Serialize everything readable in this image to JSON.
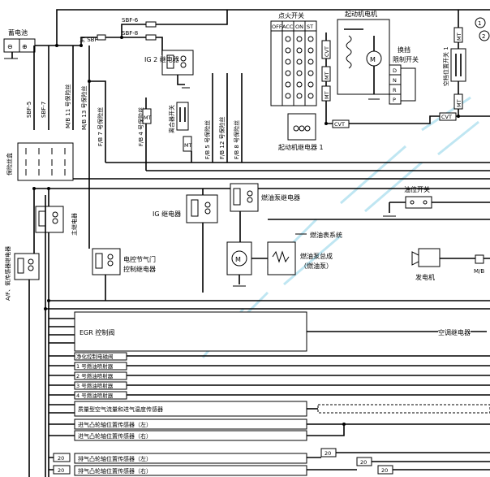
{
  "labels": {
    "battery": "蓄电池",
    "main_sbf": "主 SBF",
    "sbf6": "SBF-6",
    "sbf8": "SBF-8",
    "sbf5": "SBF-5",
    "sbf7": "SBF-7",
    "mb11": "M/B 11 号保险丝",
    "mb13": "M/B 13 号保险丝",
    "fb7": "F/B 7 号保险丝",
    "fb4": "F/B 4 号保险丝",
    "fb5": "F/B 5 号保险丝",
    "fb12": "F/B 12 号保险丝",
    "fb8": "F/B 8 号保险丝",
    "ig2_relay": "IG 2 继电器",
    "clutch_switch": "离合器开关",
    "ignition_switch": "点火开关",
    "starter_motor": "起动机电机",
    "starter_relay1": "起动机继电器 1",
    "shift_switch_1": "换挡",
    "shift_switch_2": "限制开关",
    "ac_switch": "空档位置开关 1",
    "fuse_box": "保险丝盒",
    "main_relay": "主继电器",
    "ig_relay": "IG 继电器",
    "fuel_pump_relay": "燃油泵继电器",
    "oil_switch": "油位开关",
    "fuel_gauge": "燃油表系统",
    "fuel_pump_1": "燃油泵总成",
    "fuel_pump_2": "（燃油泵）",
    "throttle_relay_1": "电控节气门",
    "throttle_relay_2": "控制继电器",
    "o2_relay": "A/F、氧传感器继电器",
    "generator": "发电机",
    "mb": "M/B",
    "egr": "EGR 控制阀",
    "ac_relay": "空调继电器",
    "purge": "净化控制电磁阀",
    "inj1": "1 号燃油喷射器",
    "inj2": "2 号燃油喷射器",
    "inj3": "3 号燃油喷射器",
    "inj4": "4 号燃油喷射器",
    "maf": "质量型空气流量和进气温度传感器",
    "intake_cam_l": "进气凸轮轴位置传感器（左）",
    "intake_cam_r": "进气凸轮轴位置传感器（右）",
    "exhaust_cam_l": "排气凸轮轴位置传感器（左）",
    "exhaust_cam_r": "排气凸轮轴位置传感器（右）",
    "cvt": "CVT",
    "mt": "MT",
    "sw_off": "OFF",
    "sw_acc": "ACC",
    "sw_on": "ON",
    "sw_st": "ST",
    "gear_d": "D",
    "gear_n": "N",
    "gear_r": "R",
    "gear_p": "P",
    "motor": "M",
    "num20": "20",
    "circ1": "1",
    "circ2": "2"
  }
}
